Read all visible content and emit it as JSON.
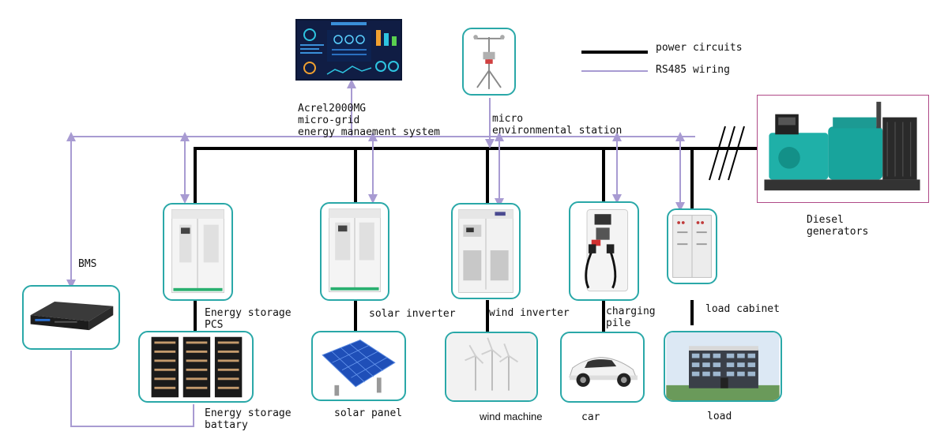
{
  "legend": {
    "power": "power circuits",
    "rs485": "RS485 wiring"
  },
  "colors": {
    "power": "#000000",
    "rs485": "#a89bd2",
    "frame": "#2aa8a8",
    "generator_frame": "#b04a88"
  },
  "labels": {
    "ems": [
      "Acrel2000MG",
      "micro-grid",
      "energy manaement system"
    ],
    "weather": [
      "micro",
      "environmental station"
    ],
    "bms": "BMS",
    "pcs": [
      "Energy storage",
      "PCS"
    ],
    "battery": [
      "Energy storage",
      "battary"
    ],
    "solar_inverter": "solar inverter",
    "solar_panel": "solar panel",
    "wind_inverter": "wind inverter",
    "wind_machine": "wind machine",
    "charging_pile": [
      "charging",
      "pile"
    ],
    "car": "car",
    "load_cabinet": "load cabinet",
    "load": "load",
    "diesel": [
      "Diesel",
      "generators"
    ]
  }
}
